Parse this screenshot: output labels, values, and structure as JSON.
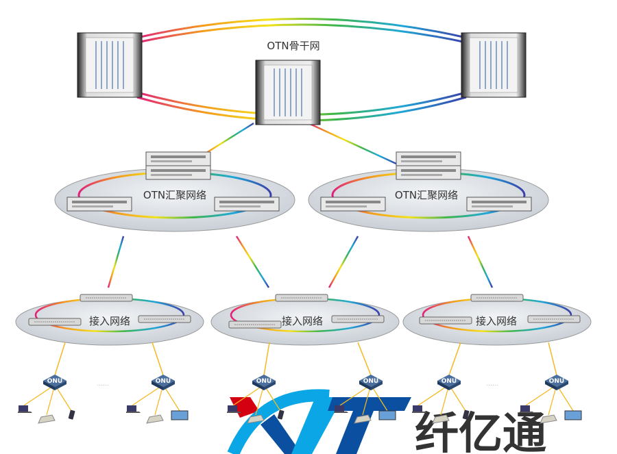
{
  "backbone": {
    "label": "OTN骨干网"
  },
  "aggregation": [
    {
      "label": "OTN汇聚网络"
    },
    {
      "label": "OTN汇聚网络"
    }
  ],
  "access": [
    {
      "label": "接入网络"
    },
    {
      "label": "接入网络"
    },
    {
      "label": "接入网络"
    }
  ],
  "onus": [
    {
      "label": "ONU",
      "devices": [
        "laptop",
        "desk-phone",
        "mobile-phone"
      ]
    },
    {
      "label": "ONU",
      "devices": [
        "laptop",
        "desk-phone",
        "tv"
      ]
    },
    {
      "label": "ONU",
      "devices": [
        "laptop",
        "desk-phone",
        "mobile-phone"
      ]
    },
    {
      "label": "ONU",
      "devices": [
        "laptop",
        "desk-phone",
        "tv"
      ]
    },
    {
      "label": "ONU",
      "devices": [
        "laptop",
        "desk-phone",
        "mobile-phone"
      ]
    },
    {
      "label": "ONU",
      "devices": [
        "laptop",
        "desk-phone",
        "tv"
      ]
    }
  ],
  "ellipsis": "......",
  "watermark": {
    "text": "纤亿通",
    "colors": {
      "red": "#d40012",
      "light_blue": "#0aa6e6",
      "dark_blue": "#0a4fa0",
      "text": "#333333"
    }
  },
  "colors": {
    "fiber": "#f5b820",
    "onu": "#2d4f7c",
    "ellipse": "#d9dee3"
  }
}
